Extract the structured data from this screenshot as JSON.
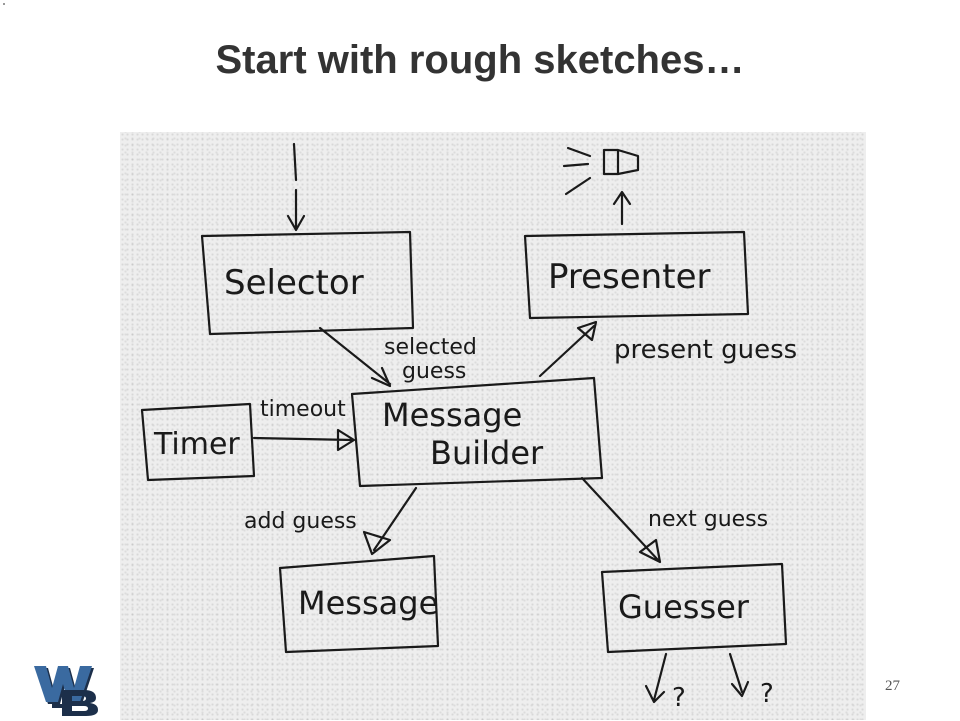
{
  "slide": {
    "title": "Start with rough sketches…",
    "page_number": "27"
  },
  "sketch": {
    "boxes": {
      "selector": "Selector",
      "presenter": "Presenter",
      "timer": "Timer",
      "message_builder_line1": "Message",
      "message_builder_line2": "Builder",
      "message": "Message",
      "guesser": "Guesser"
    },
    "labels": {
      "selected_line1": "selected",
      "selected_line2": "guess",
      "present_guess": "present guess",
      "timeout": "timeout",
      "add_guess": "add guess",
      "next_guess": "next guess",
      "question1": "?",
      "question2": "?"
    }
  },
  "logo": {
    "letters": "WB",
    "colors": {
      "primary": "#3a6aa0",
      "shadow": "#1c2f4a"
    }
  }
}
